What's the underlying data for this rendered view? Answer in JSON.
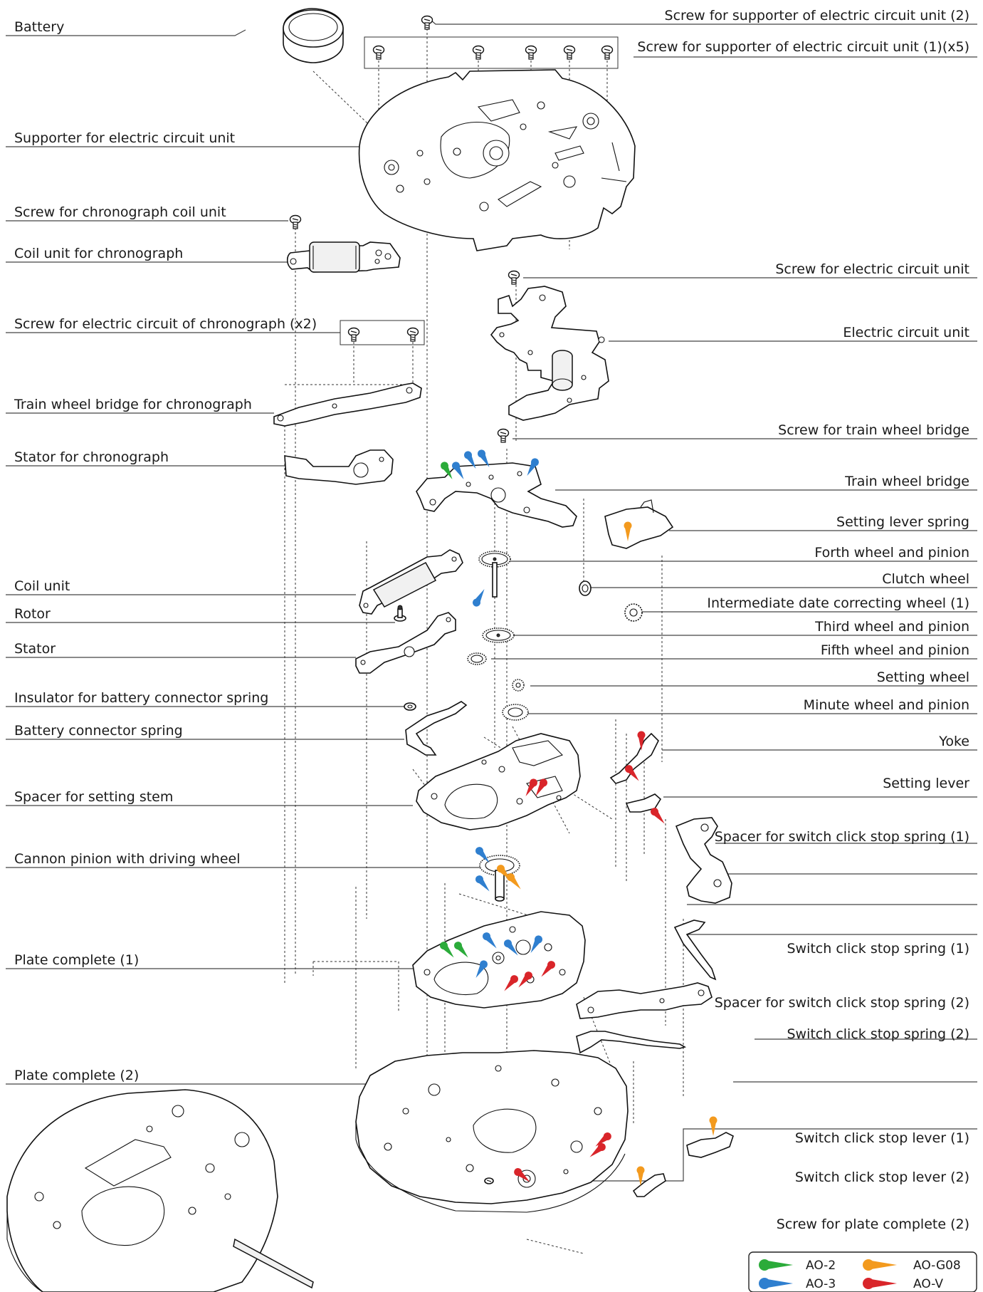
{
  "labels_left": [
    {
      "key": "battery",
      "text": "Battery"
    },
    {
      "key": "supporter",
      "text": "Supporter for electric circuit unit"
    },
    {
      "key": "screw_coil_chrono",
      "text": "Screw for chronograph coil unit"
    },
    {
      "key": "coil_chrono",
      "text": "Coil unit for chronograph"
    },
    {
      "key": "screw_circuit_chrono",
      "text": "Screw for electric circuit of chronograph (x2)"
    },
    {
      "key": "train_bridge_chrono",
      "text": "Train wheel bridge for chronograph"
    },
    {
      "key": "stator_chrono",
      "text": "Stator for chronograph"
    },
    {
      "key": "coil_unit",
      "text": "Coil unit"
    },
    {
      "key": "rotor",
      "text": "Rotor"
    },
    {
      "key": "stator",
      "text": "Stator"
    },
    {
      "key": "insulator",
      "text": "Insulator for battery connector spring"
    },
    {
      "key": "battery_spring",
      "text": "Battery connector spring"
    },
    {
      "key": "spacer_stem",
      "text": "Spacer for setting stem"
    },
    {
      "key": "cannon_pinion",
      "text": "Cannon pinion with driving wheel"
    },
    {
      "key": "plate1",
      "text": "Plate complete (1)"
    },
    {
      "key": "plate2",
      "text": "Plate complete (2)"
    }
  ],
  "labels_right": [
    {
      "key": "screw_supporter2",
      "text": "Screw for supporter of electric circuit unit (2)"
    },
    {
      "key": "screw_supporter1",
      "text": "Screw for supporter of electric circuit unit (1)(x5)"
    },
    {
      "key": "screw_circuit",
      "text": "Screw for electric circuit unit"
    },
    {
      "key": "circuit_unit",
      "text": "Electric circuit unit"
    },
    {
      "key": "screw_train",
      "text": "Screw for train wheel bridge"
    },
    {
      "key": "train_bridge",
      "text": "Train wheel bridge"
    },
    {
      "key": "setting_lever_spring",
      "text": "Setting lever spring"
    },
    {
      "key": "forth_wheel",
      "text": "Forth wheel and pinion"
    },
    {
      "key": "clutch_wheel",
      "text": "Clutch wheel"
    },
    {
      "key": "intermediate_date",
      "text": "Intermediate date correcting wheel (1)"
    },
    {
      "key": "third_wheel",
      "text": "Third wheel and pinion"
    },
    {
      "key": "fifth_wheel",
      "text": "Fifth wheel and pinion"
    },
    {
      "key": "setting_wheel",
      "text": "Setting wheel"
    },
    {
      "key": "minute_wheel",
      "text": "Minute wheel and pinion"
    },
    {
      "key": "yoke",
      "text": "Yoke"
    },
    {
      "key": "setting_lever",
      "text": "Setting lever"
    },
    {
      "key": "spacer_click1",
      "text": "Spacer for switch click stop spring (1)"
    },
    {
      "key": "click_spring1",
      "text": "Switch click stop spring (1)"
    },
    {
      "key": "spacer_click2",
      "text": "Spacer for switch click stop spring (2)"
    },
    {
      "key": "click_spring2",
      "text": "Switch click stop spring (2)"
    },
    {
      "key": "click_lever1",
      "text": "Switch click stop lever (1)"
    },
    {
      "key": "click_lever2",
      "text": "Switch click stop lever (2)"
    },
    {
      "key": "screw_plate2",
      "text": "Screw for plate complete (2)"
    }
  ],
  "legend": [
    {
      "key": "ao2",
      "text": "AO-2",
      "color": "#2bab3a"
    },
    {
      "key": "aog08",
      "text": "AO-G08",
      "color": "#f39a1e"
    },
    {
      "key": "ao3",
      "text": "AO-3",
      "color": "#2f7fcf"
    },
    {
      "key": "aov",
      "text": "AO-V",
      "color": "#d9252a"
    }
  ]
}
